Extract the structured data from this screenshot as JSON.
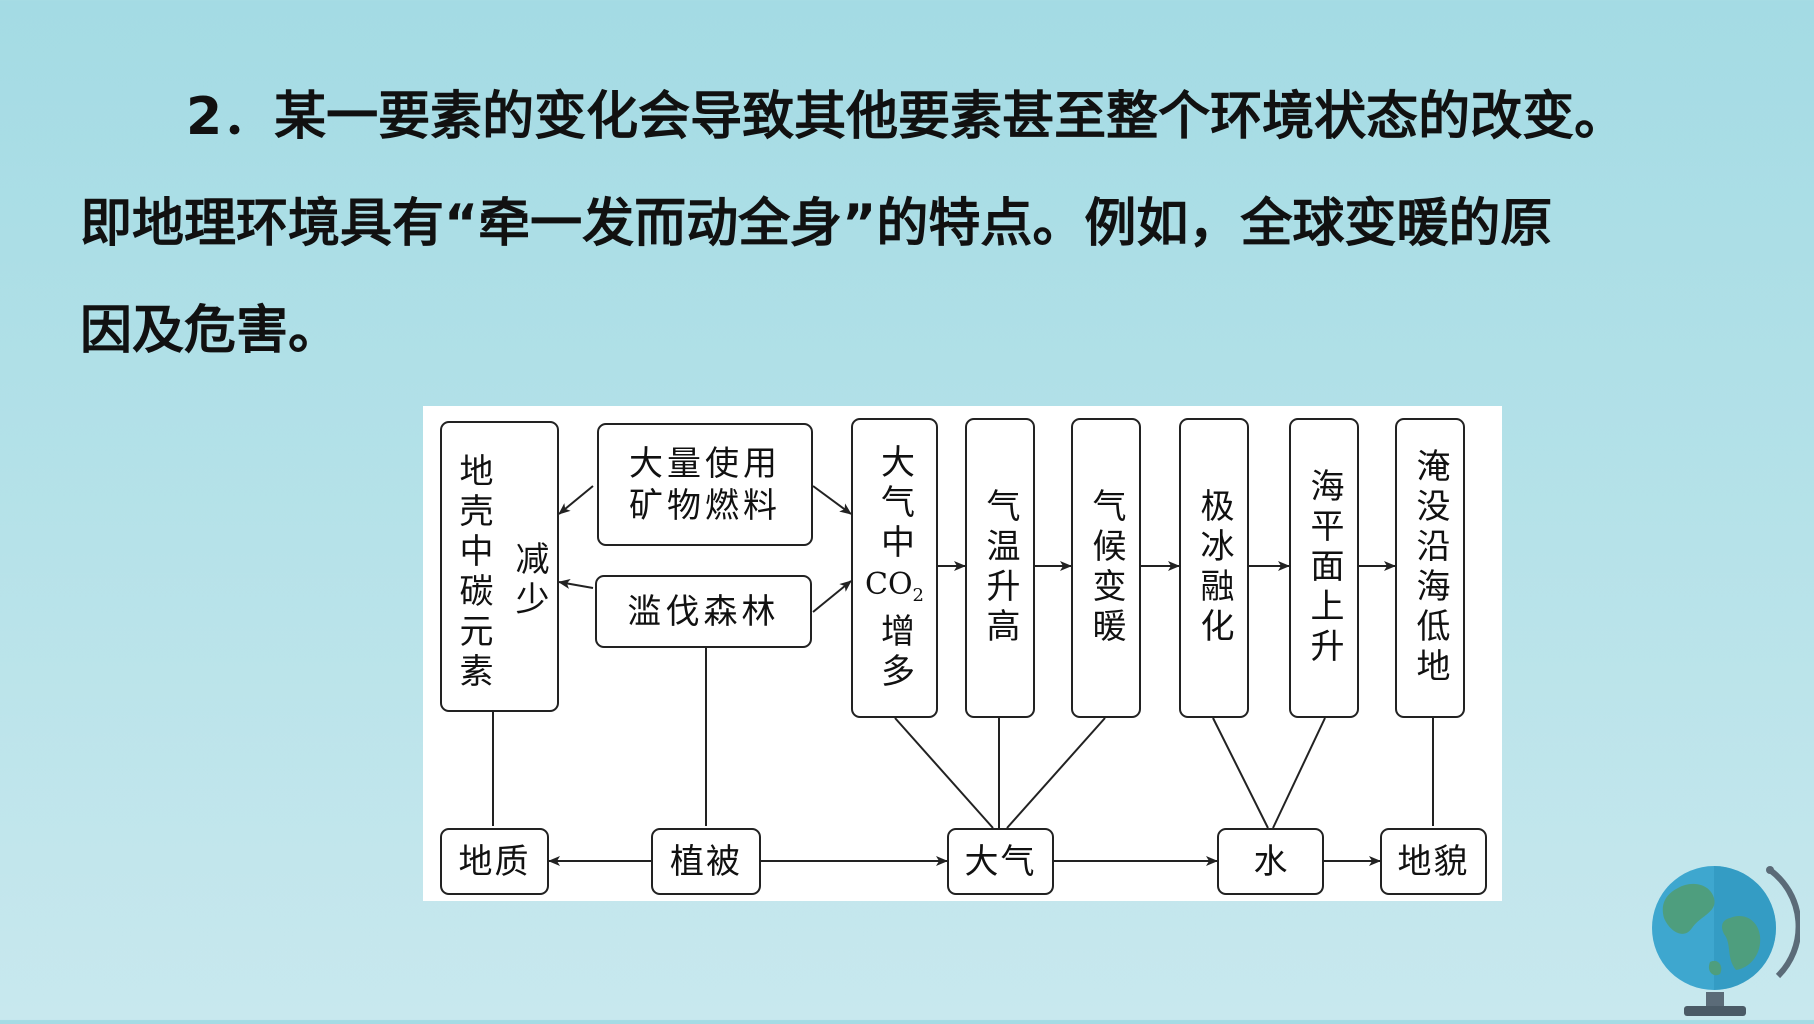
{
  "text": {
    "line1": "2．某一要素的变化会导致其他要素甚至整个环境状态的改变。",
    "line2": "即地理环境具有“牵一发而动全身”的特点。例如，全球变暖的原",
    "line3": "因及危害。"
  },
  "diagram": {
    "crust_box": "地壳中碳元素",
    "crust_note": "减少",
    "fossil_box_l1": "大量使用",
    "fossil_box_l2": "矿物燃料",
    "forest_box": "滥伐森林",
    "co2_box_pre": "大气中",
    "co2_formula": "CO",
    "co2_sub": "2",
    "co2_box_post": "增多",
    "temp_box": "气温升高",
    "climate_box": "气候变暖",
    "ice_box": "极冰融化",
    "sea_box": "海平面上升",
    "flood_box": "淹没沿海低地",
    "geology_box": "地质",
    "vegetation_box": "植被",
    "atmosphere_box": "大气",
    "water_box": "水",
    "landform_box": "地貌"
  },
  "icons": {
    "globe": "globe-icon"
  },
  "colors": {
    "background": "#a9dce4",
    "line": "#222222",
    "globe_ocean": "#3ea7cf",
    "globe_land": "#4e9e7e"
  }
}
